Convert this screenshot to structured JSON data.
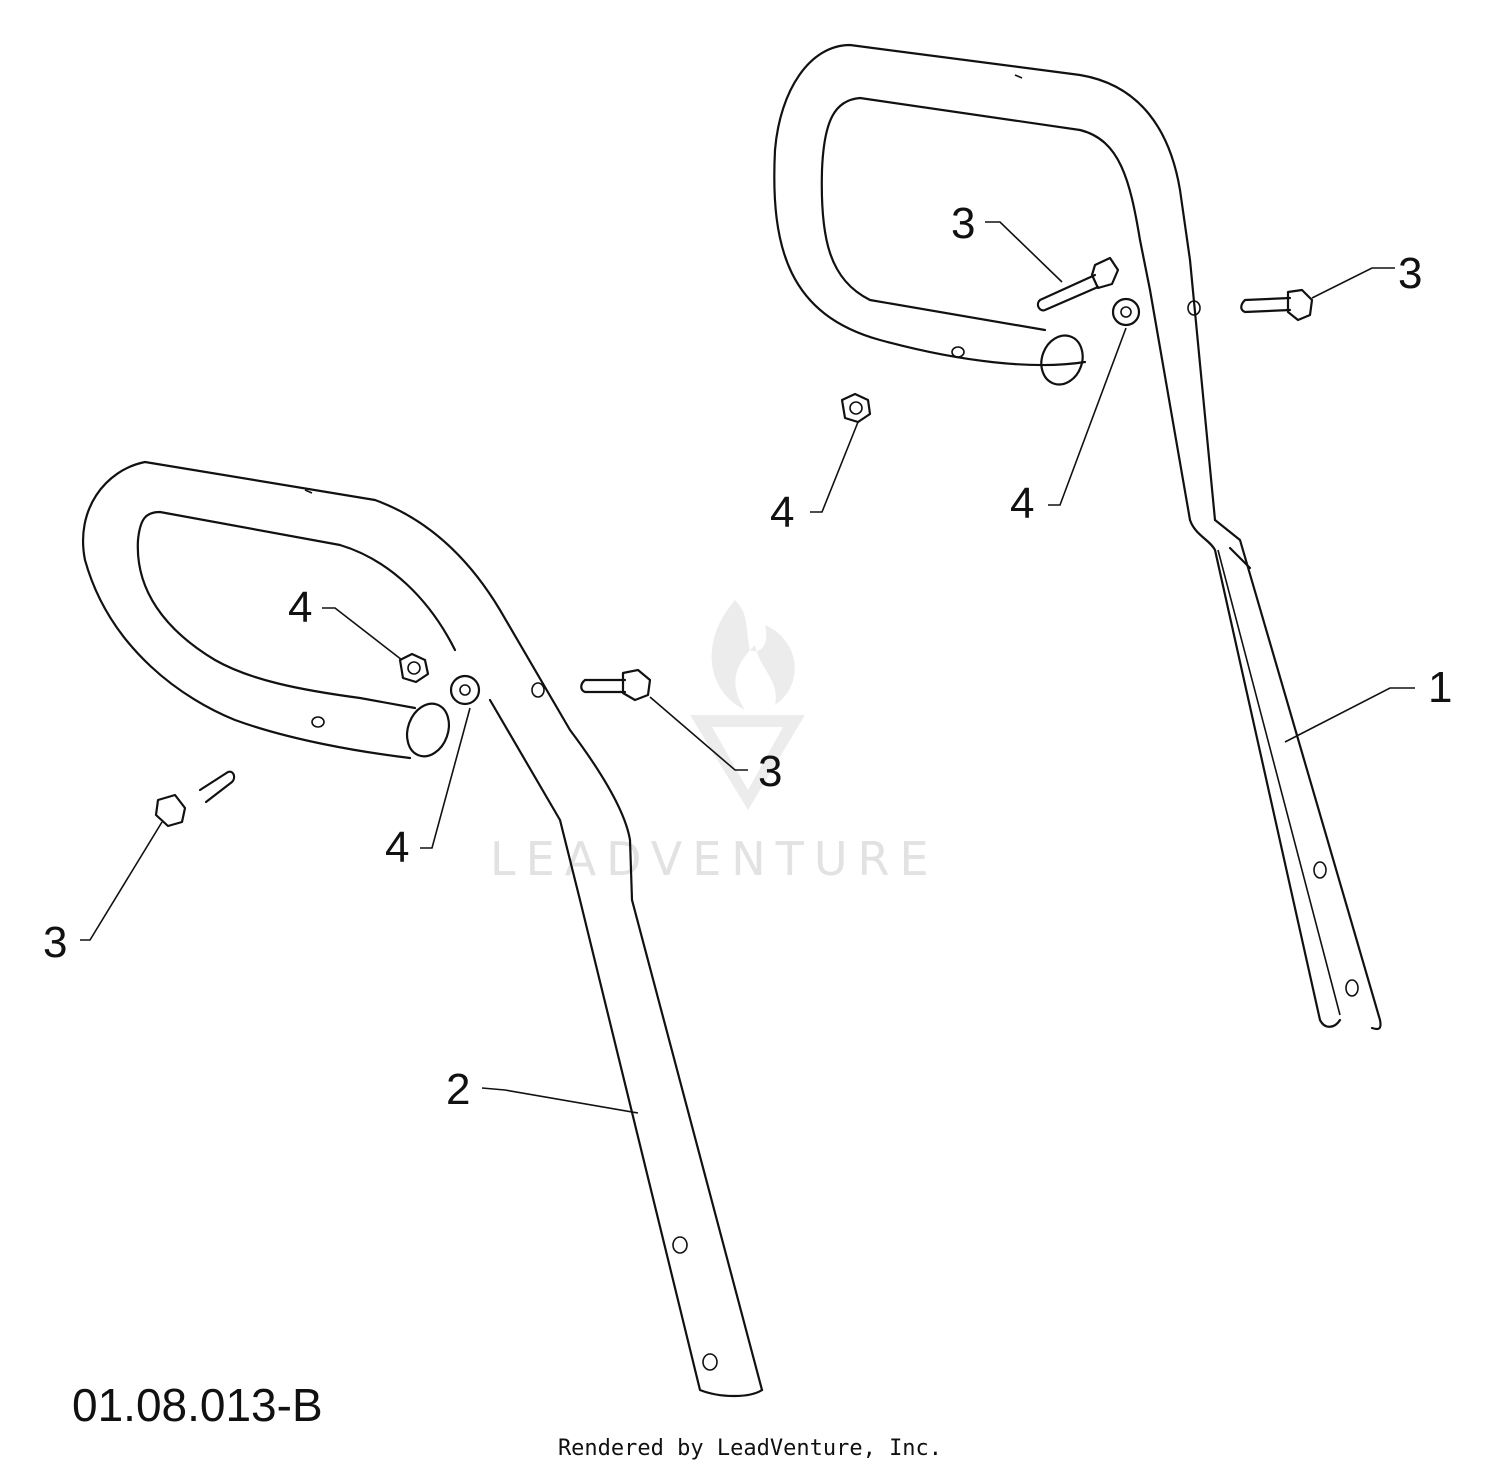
{
  "callouts": {
    "handle_upper": "1",
    "handle_lower": "2",
    "bolt_a": "3",
    "bolt_b": "3",
    "bolt_c": "3",
    "bolt_d": "3",
    "nut_a": "4",
    "nut_b": "4",
    "nut_c": "4",
    "nut_d": "4"
  },
  "watermark": {
    "text": "LEADVENTURE"
  },
  "drawing_number": "01.08.013-B",
  "credit": "Rendered by LeadVenture, Inc."
}
